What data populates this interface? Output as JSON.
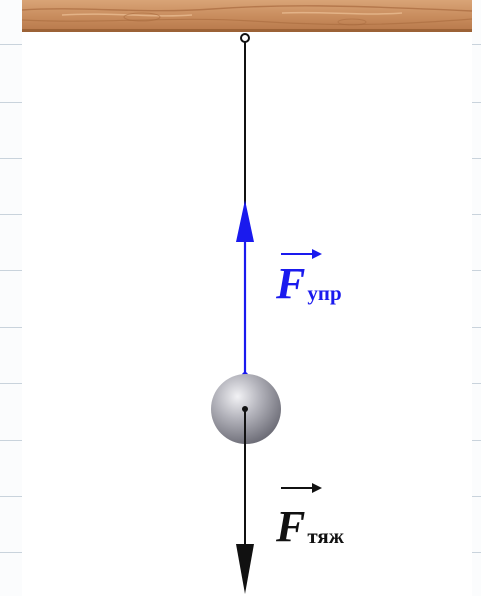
{
  "labels": {
    "elastic_force": {
      "symbol": "F",
      "subscript": "упр"
    },
    "gravity_force": {
      "symbol": "F",
      "subscript": "тяж"
    }
  },
  "colors": {
    "elastic_force": "#1a1aee",
    "gravity_force": "#111111",
    "thread": "#111111",
    "plank": "#c98d5e",
    "ball": "#9a9aa3"
  }
}
